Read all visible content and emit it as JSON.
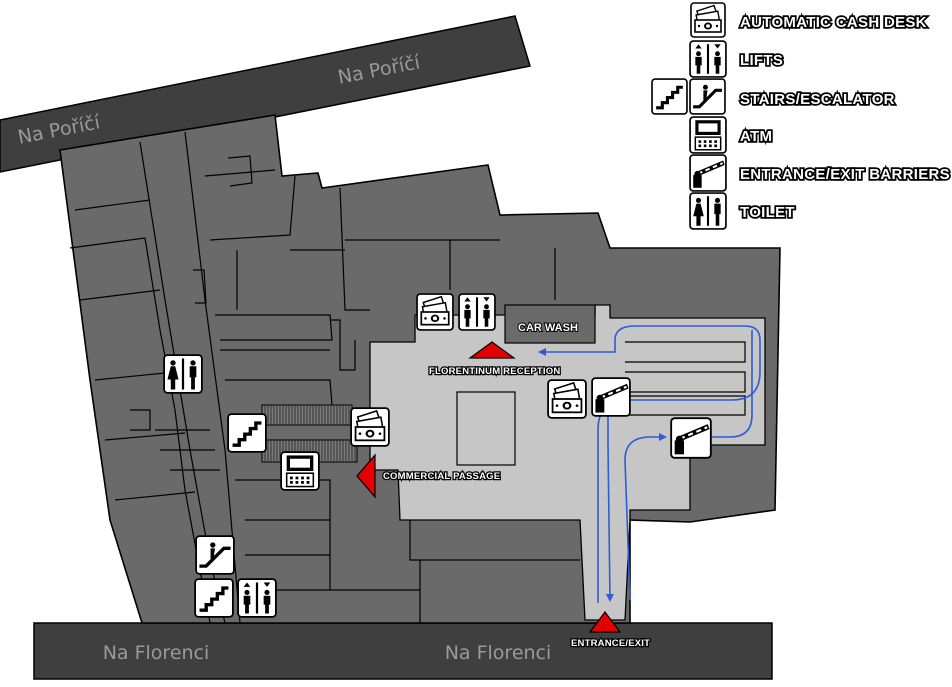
{
  "streets": {
    "top_right": "Na Poříčí",
    "top_left": "Na Poříčí",
    "bottom_left": "Na Florenci",
    "bottom_right": "Na Florenci"
  },
  "labels": {
    "car_wash": "CAR WASH",
    "reception": "FLORENTINUM RECEPTION",
    "commercial_passage": "COMMERCIAL PASSAGE",
    "entrance_exit": "ENTRANCE/EXIT"
  },
  "legend": [
    {
      "icon": "cash-desk-icon",
      "label": "AUTOMATIC CASH DESK"
    },
    {
      "icon": "lifts-icon",
      "label": "LIFTS"
    },
    {
      "icon": "stairs-escalator-icon",
      "label": "STAIRS/ESCALATOR"
    },
    {
      "icon": "atm-icon",
      "label": "ATM"
    },
    {
      "icon": "barrier-icon",
      "label": "ENTRANCE/EXIT BARRIERS"
    },
    {
      "icon": "toilet-icon",
      "label": "TOILET"
    }
  ],
  "colors": {
    "street": "#3f3f3f",
    "building": "#6a6a6a",
    "plaza": "#c8c8c8",
    "route": "#2e5cd6",
    "marker": "#e30000"
  }
}
